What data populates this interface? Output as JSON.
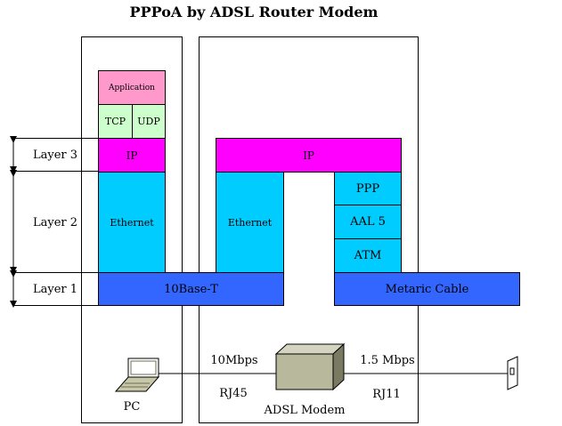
{
  "title": "PPPoA by ADSL Router Modem",
  "layers": {
    "layer3": "Layer 3",
    "layer2": "Layer 2",
    "layer1": "Layer 1"
  },
  "pc_stack": {
    "application": "Application",
    "tcp": "TCP",
    "udp": "UDP",
    "ip": "IP",
    "ethernet": "Ethernet"
  },
  "modem_stack": {
    "ip": "IP",
    "ethernet": "Ethernet",
    "ppp": "PPP",
    "aal5": "AAL 5",
    "atm": "ATM"
  },
  "physical": {
    "base_t": "10Base-T",
    "cable": "Metaric Cable"
  },
  "devices": {
    "pc": "PC",
    "modem": "ADSL Modem"
  },
  "links": {
    "left_speed": "10Mbps",
    "left_connector": "RJ45",
    "right_speed": "1.5 Mbps",
    "right_connector": "RJ11"
  },
  "colors": {
    "application": "#FF99CC",
    "transport": "#CCFFCC",
    "ip": "#FF00FF",
    "link": "#00CCFF",
    "physical": "#3366FF",
    "modem_face": "#B8B89C"
  }
}
